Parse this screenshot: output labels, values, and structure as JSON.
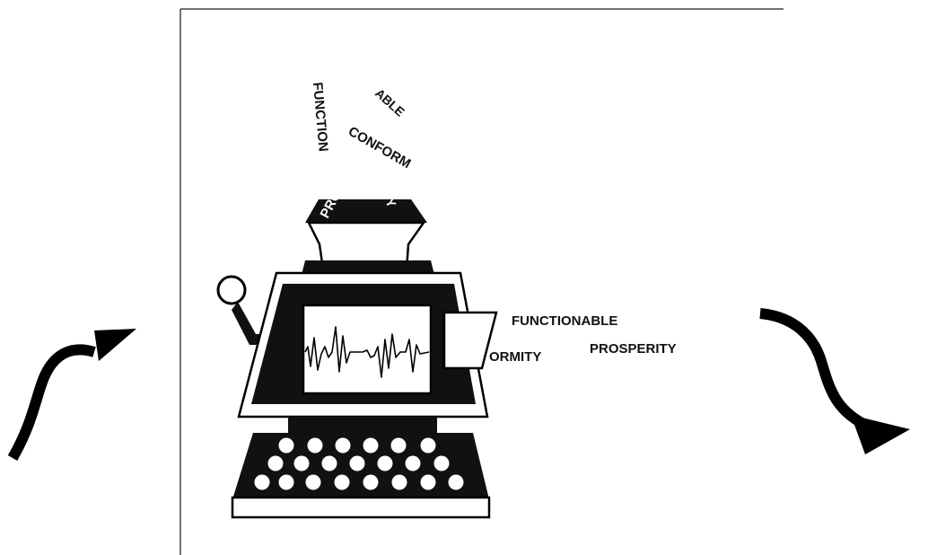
{
  "input_words": {
    "w1": "FUNCTION",
    "w2": "ABLE",
    "w3": "CONFORM",
    "w4": "PROSPER",
    "w5": "ITY"
  },
  "output_words": {
    "w1": "FUNCTIONABLE",
    "w2": "PROSPERITY",
    "w3": "ORMITY"
  },
  "icons": {
    "left_arrow": "curved-up-arrow-icon",
    "right_arrow": "curved-down-arrow-icon"
  },
  "colors": {
    "ink": "#000000",
    "paper": "#ffffff"
  }
}
